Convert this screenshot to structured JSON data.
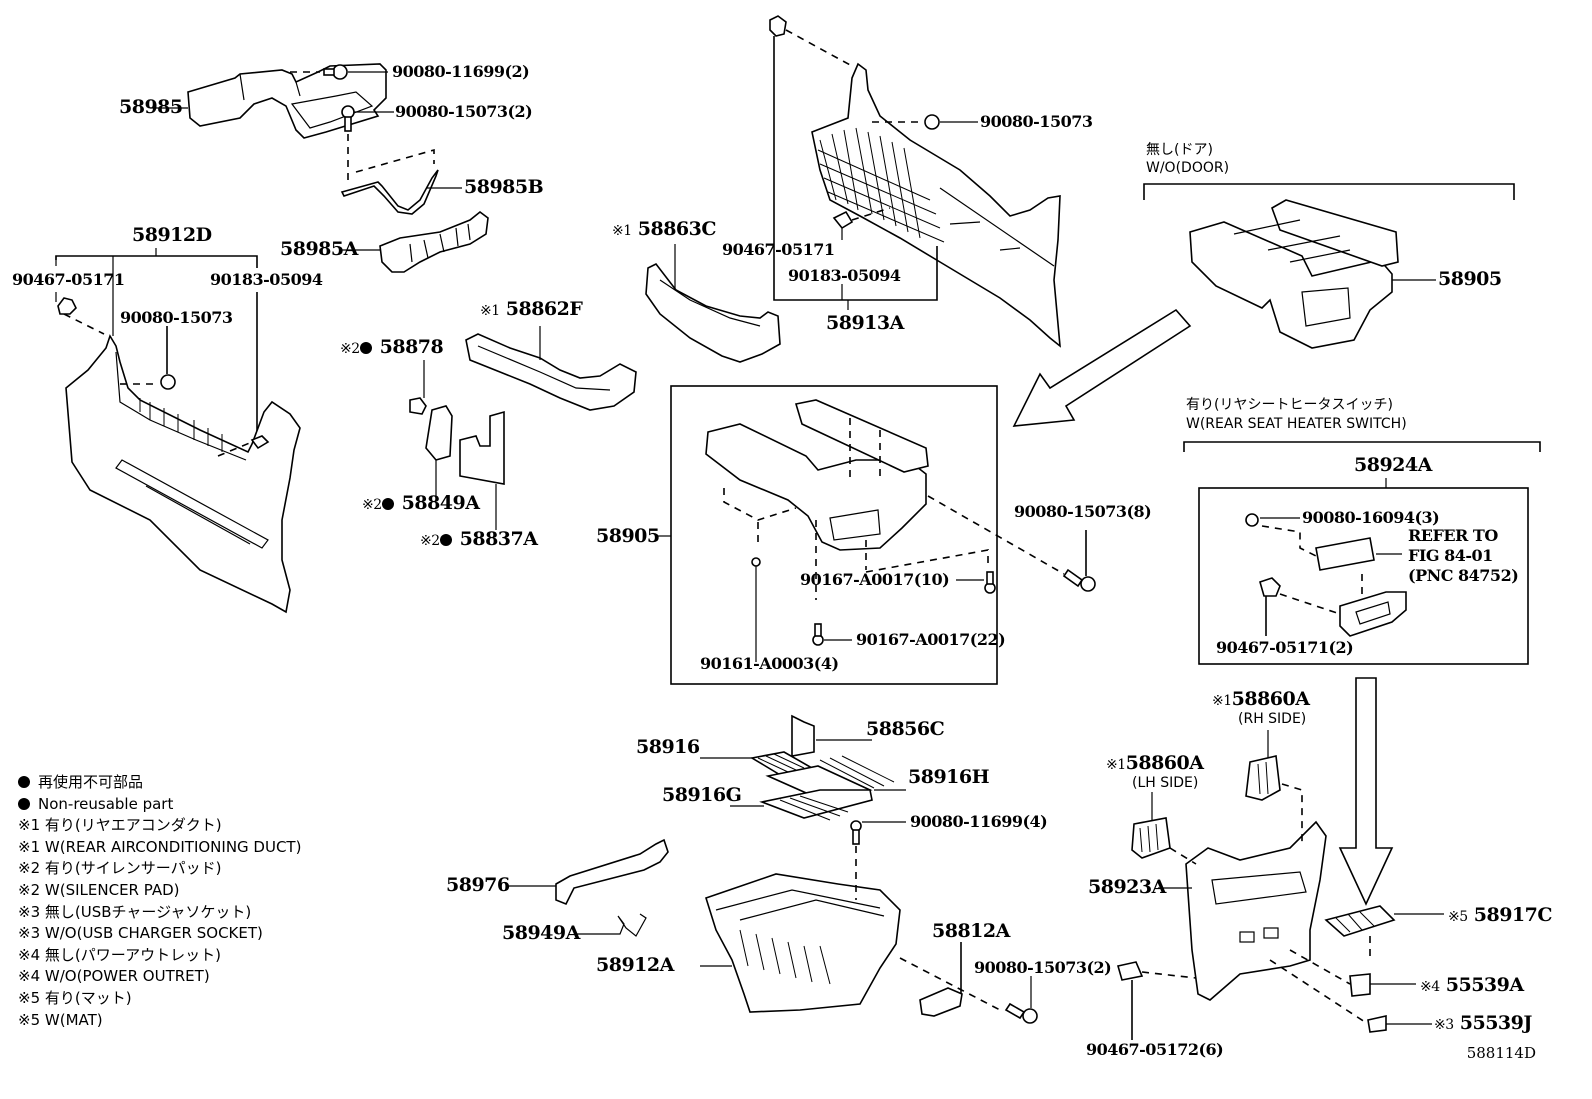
{
  "diagram": {
    "figure_code": "588114D",
    "groups": {
      "wo_door": {
        "jp": "無し(ドア)",
        "en": "W/O(DOOR)"
      },
      "rear_seat_heater": {
        "jp": "有り(リヤシートヒータスイッチ)",
        "en": "W(REAR SEAT HEATER SWITCH)"
      }
    },
    "parts": {
      "p58985": "58985",
      "p90080_11699_2": "90080-11699(2)",
      "p90080_15073_2a": "90080-15073(2)",
      "p58985B": "58985B",
      "p58985A": "58985A",
      "p58912D": "58912D",
      "p90467_05171_a": "90467-05171",
      "p90183_05094_a": "90183-05094",
      "p90080_15073_a": "90080-15073",
      "p58878": "58878",
      "p58878_mark": "※2",
      "p58862F": "58862F",
      "p58862F_mark": "※1",
      "p58863C": "58863C",
      "p58863C_mark": "※1",
      "p58849A": "58849A",
      "p58849A_mark": "※2",
      "p58837A": "58837A",
      "p58837A_mark": "※2",
      "p90467_05171_b": "90467-05171",
      "p90183_05094_b": "90183-05094",
      "p58913A": "58913A",
      "p90080_15073_b": "90080-15073",
      "p58905_top": "58905",
      "p58905_box": "58905",
      "p90080_15073_8": "90080-15073(8)",
      "p90167_A0017_10": "90167-A0017(10)",
      "p90167_A0017_22": "90167-A0017(22)",
      "p90161_A0003_4": "90161-A0003(4)",
      "p58924A": "58924A",
      "p90080_16094_3": "90080-16094(3)",
      "refer_line1": "REFER TO",
      "refer_line2": "FIG 84-01",
      "refer_line3": "(PNC 84752)",
      "p90467_05171_2": "90467-05171(2)",
      "p58856C": "58856C",
      "p58916": "58916",
      "p58916H": "58916H",
      "p58916G": "58916G",
      "p90080_11699_4": "90080-11699(4)",
      "p58976": "58976",
      "p58949A": "58949A",
      "p58912A": "58912A",
      "p58812A": "58812A",
      "p90080_15073_2b": "90080-15073(2)",
      "p58860A_rh": "58860A",
      "p58860A_rh_mark": "※1",
      "p58860A_rh_side": "(RH SIDE)",
      "p58860A_lh": "58860A",
      "p58860A_lh_mark": "※1",
      "p58860A_lh_side": "(LH SIDE)",
      "p58923A": "58923A",
      "p58917C": "58917C",
      "p58917C_mark": "※5",
      "p55539A": "55539A",
      "p55539A_mark": "※4",
      "p55539J": "55539J",
      "p55539J_mark": "※3",
      "p90467_05172_6": "90467-05172(6)"
    },
    "legend": [
      {
        "symbol": "dot",
        "text": "再使用不可部品"
      },
      {
        "symbol": "dot",
        "text": "Non-reusable part"
      },
      {
        "symbol": "※1",
        "text": "有り(リヤエアコンダクト)"
      },
      {
        "symbol": "※1",
        "text": "W(REAR AIRCONDITIONING DUCT)"
      },
      {
        "symbol": "※2",
        "text": "有り(サイレンサーパッド)"
      },
      {
        "symbol": "※2",
        "text": "W(SILENCER PAD)"
      },
      {
        "symbol": "※3",
        "text": "無し(USBチャージャソケット)"
      },
      {
        "symbol": "※3",
        "text": "W/O(USB CHARGER SOCKET)"
      },
      {
        "symbol": "※4",
        "text": "無し(パワーアウトレット)"
      },
      {
        "symbol": "※4",
        "text": "W/O(POWER OUTRET)"
      },
      {
        "symbol": "※5",
        "text": "有り(マット)"
      },
      {
        "symbol": "※5",
        "text": "W(MAT)"
      }
    ]
  }
}
